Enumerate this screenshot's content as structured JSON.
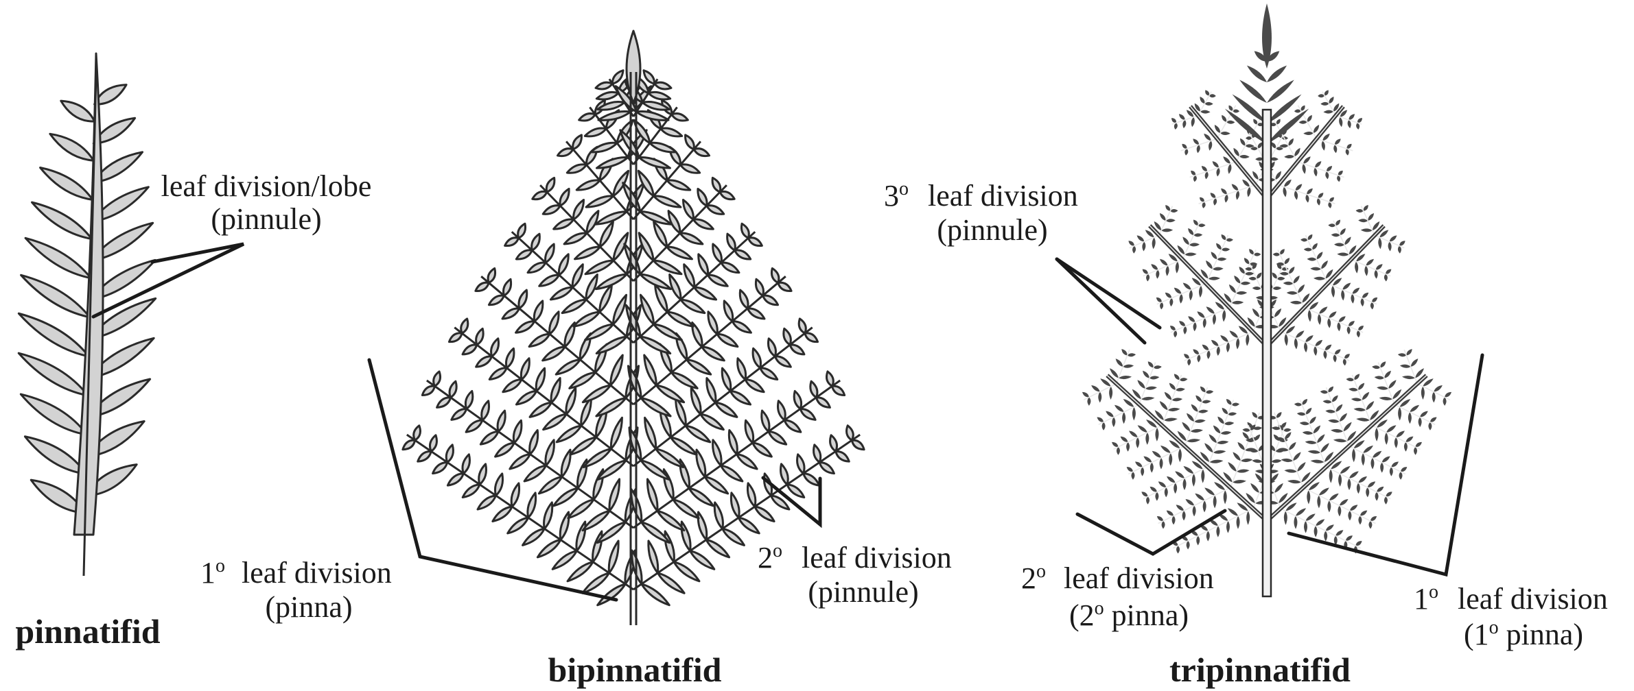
{
  "figures": [
    {
      "caption": "pinnatifid",
      "labels": [
        {
          "lines": [
            "leaf division/lobe",
            "(pinnule)"
          ]
        }
      ]
    },
    {
      "caption": "bipinnatifid",
      "labels": [
        {
          "deg": "1",
          "degmark": "o",
          "lines": [
            "leaf division",
            "(pinna)"
          ]
        },
        {
          "deg": "2",
          "degmark": "o",
          "lines": [
            "leaf division",
            "(pinnule)"
          ]
        }
      ]
    },
    {
      "caption": "tripinnatifid",
      "labels": [
        {
          "deg": "3",
          "degmark": "o",
          "lines": [
            "leaf division",
            "(pinnule)"
          ]
        },
        {
          "deg": "2",
          "degmark": "o",
          "lines": [
            "leaf division"
          ],
          "sub": {
            "pre": "(2",
            "mark": "o",
            "post": " pinna)"
          }
        },
        {
          "deg": "1",
          "degmark": "o",
          "lines": [
            "leaf division"
          ],
          "sub": {
            "pre": "(1",
            "mark": "o",
            "post": " pinna)"
          }
        }
      ]
    }
  ],
  "colors": {
    "leaf_light": "#d3d3d3",
    "leaf_dark": "#4a4a4a",
    "ink": "#1a1a1a"
  }
}
